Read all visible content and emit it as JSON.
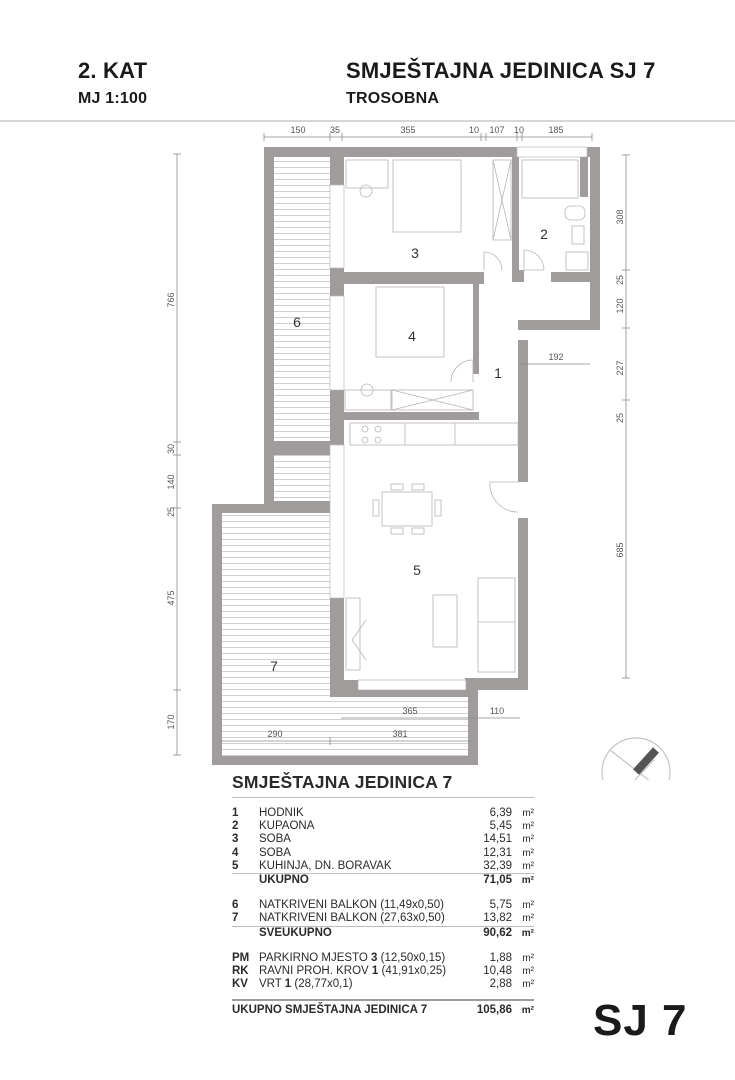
{
  "header": {
    "floor": "2. KAT",
    "scale": "MJ 1:100",
    "unit_title": "SMJEŠTAJNA JEDINICA SJ 7",
    "unit_type": "TROSOBNA"
  },
  "plan": {
    "dimensions_top": [
      "150",
      "35",
      "355",
      "10",
      "107",
      "10",
      "185"
    ],
    "dimensions_left": [
      "766",
      "30",
      "140",
      "25",
      "475",
      "170"
    ],
    "dimensions_right": [
      "308",
      "25",
      "120",
      "227",
      "25",
      "685"
    ],
    "dimensions_inner": {
      "hall_width": "192",
      "balcony_top": "365",
      "balcony_right": "110",
      "balcony_left": "290",
      "balcony_mid": "381"
    },
    "room_labels": [
      "1",
      "2",
      "3",
      "4",
      "5",
      "6",
      "7"
    ],
    "wall_color": "#a09c9c",
    "north_arrow": "compass-icon"
  },
  "table": {
    "title": "SMJEŠTAJNA JEDINICA 7",
    "rooms": [
      {
        "no": "1",
        "name": "HODNIK",
        "area": "6,39",
        "unit": "m²"
      },
      {
        "no": "2",
        "name": "KUPAONA",
        "area": "5,45",
        "unit": "m²"
      },
      {
        "no": "3",
        "name": "SOBA",
        "area": "14,51",
        "unit": "m²"
      },
      {
        "no": "4",
        "name": "SOBA",
        "area": "12,31",
        "unit": "m²"
      },
      {
        "no": "5",
        "name": "KUHINJA, DN. BORAVAK",
        "area": "32,39",
        "unit": "m²"
      }
    ],
    "subtotal": {
      "label": "UKUPNO",
      "area": "71,05",
      "unit": "m²"
    },
    "balconies": [
      {
        "no": "6",
        "name": "NATKRIVENI BALKON (11,49x0,50)",
        "area": "5,75",
        "unit": "m²"
      },
      {
        "no": "7",
        "name": "NATKRIVENI BALKON (27,63x0,50)",
        "area": "13,82",
        "unit": "m²"
      }
    ],
    "grand_subtotal": {
      "label": "SVEUKUPNO",
      "area": "90,62",
      "unit": "m²"
    },
    "extras": [
      {
        "code": "PM",
        "name_pre": "PARKIRNO MJESTO ",
        "name_bold": "3",
        "name_post": " (12,50x0,15)",
        "area": "1,88",
        "unit": "m²"
      },
      {
        "code": "RK",
        "name_pre": "RAVNI PROH. KROV ",
        "name_bold": "1",
        "name_post": " (41,91x0,25)",
        "area": "10,48",
        "unit": "m²"
      },
      {
        "code": "KV",
        "name_pre": "VRT ",
        "name_bold": "1",
        "name_post": " (28,77x0,1)",
        "area": "2,88",
        "unit": "m²"
      }
    ],
    "total": {
      "label": "UKUPNO SMJEŠTAJNA JEDINICA 7",
      "area": "105,86",
      "unit": "m²"
    }
  },
  "badge": "SJ 7"
}
